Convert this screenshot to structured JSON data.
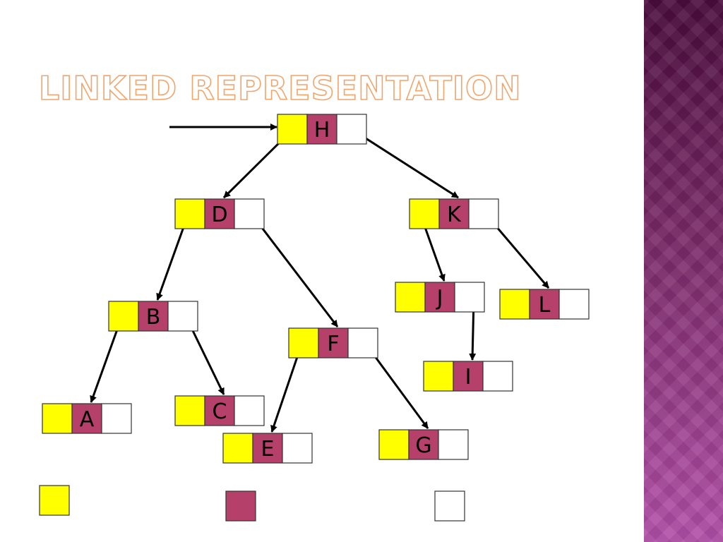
{
  "title": "LINKED REPRESENTATION",
  "colors": {
    "left_link": "#ffff00",
    "data": "#b5406a",
    "right_link": "#ffffff",
    "panel": "#7a2a68",
    "title": "#f2a56b"
  },
  "nodes": [
    {
      "id": "H",
      "label": "H"
    },
    {
      "id": "D",
      "label": "D"
    },
    {
      "id": "K",
      "label": "K"
    },
    {
      "id": "B",
      "label": "B"
    },
    {
      "id": "F",
      "label": "F"
    },
    {
      "id": "J",
      "label": "J"
    },
    {
      "id": "L",
      "label": "L"
    },
    {
      "id": "I",
      "label": "I"
    },
    {
      "id": "A",
      "label": "A"
    },
    {
      "id": "C",
      "label": "C"
    },
    {
      "id": "E",
      "label": "E"
    },
    {
      "id": "G",
      "label": "G"
    }
  ],
  "edges": [
    {
      "from": "root",
      "to": "H"
    },
    {
      "from": "H",
      "to": "D"
    },
    {
      "from": "H",
      "to": "K"
    },
    {
      "from": "D",
      "to": "B"
    },
    {
      "from": "D",
      "to": "F"
    },
    {
      "from": "K",
      "to": "J"
    },
    {
      "from": "K",
      "to": "L"
    },
    {
      "from": "J",
      "to": "I"
    },
    {
      "from": "B",
      "to": "A"
    },
    {
      "from": "B",
      "to": "C"
    },
    {
      "from": "F",
      "to": "E"
    },
    {
      "from": "F",
      "to": "G"
    }
  ],
  "legend": [
    "left_link",
    "data",
    "right_link"
  ]
}
